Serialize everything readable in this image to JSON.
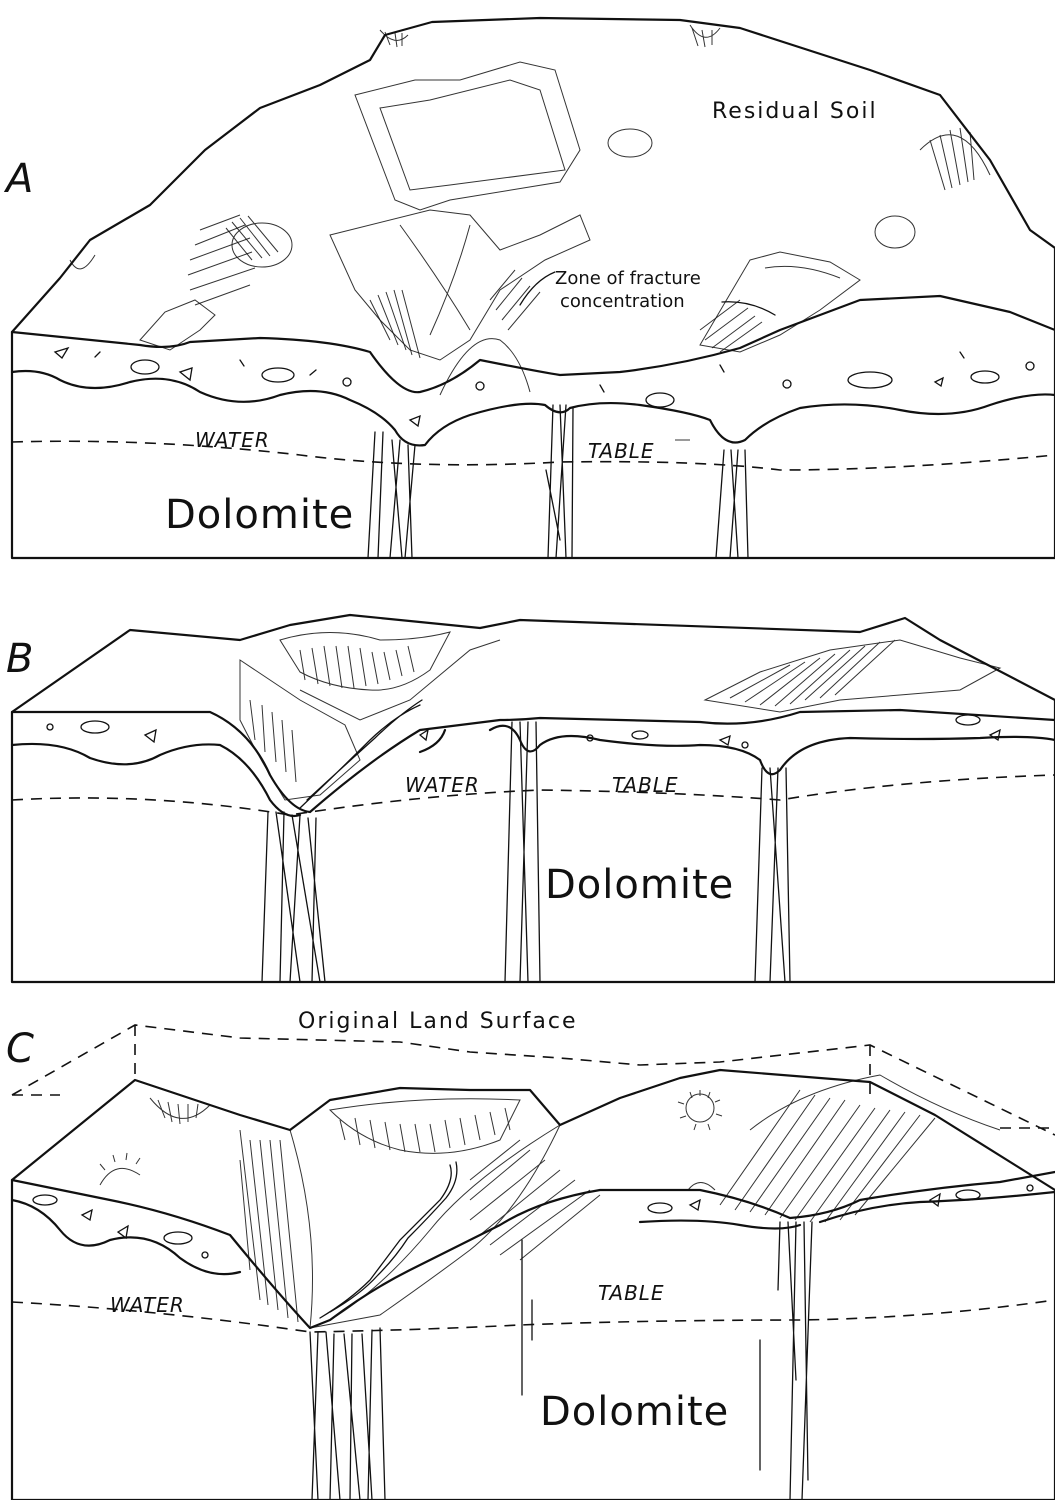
{
  "panels": [
    {
      "letter": "A",
      "labels": {
        "soil": "Residual Soil",
        "fracture_line1": "Zone of fracture",
        "fracture_line2": "concentration",
        "water": "WATER",
        "table": "TABLE",
        "rock": "Dolomite"
      }
    },
    {
      "letter": "B",
      "labels": {
        "water": "WATER",
        "table": "TABLE",
        "rock": "Dolomite"
      }
    },
    {
      "letter": "C",
      "labels": {
        "original_surface": "Original Land Surface",
        "water": "WATER",
        "table": "TABLE",
        "rock": "Dolomite"
      }
    }
  ]
}
